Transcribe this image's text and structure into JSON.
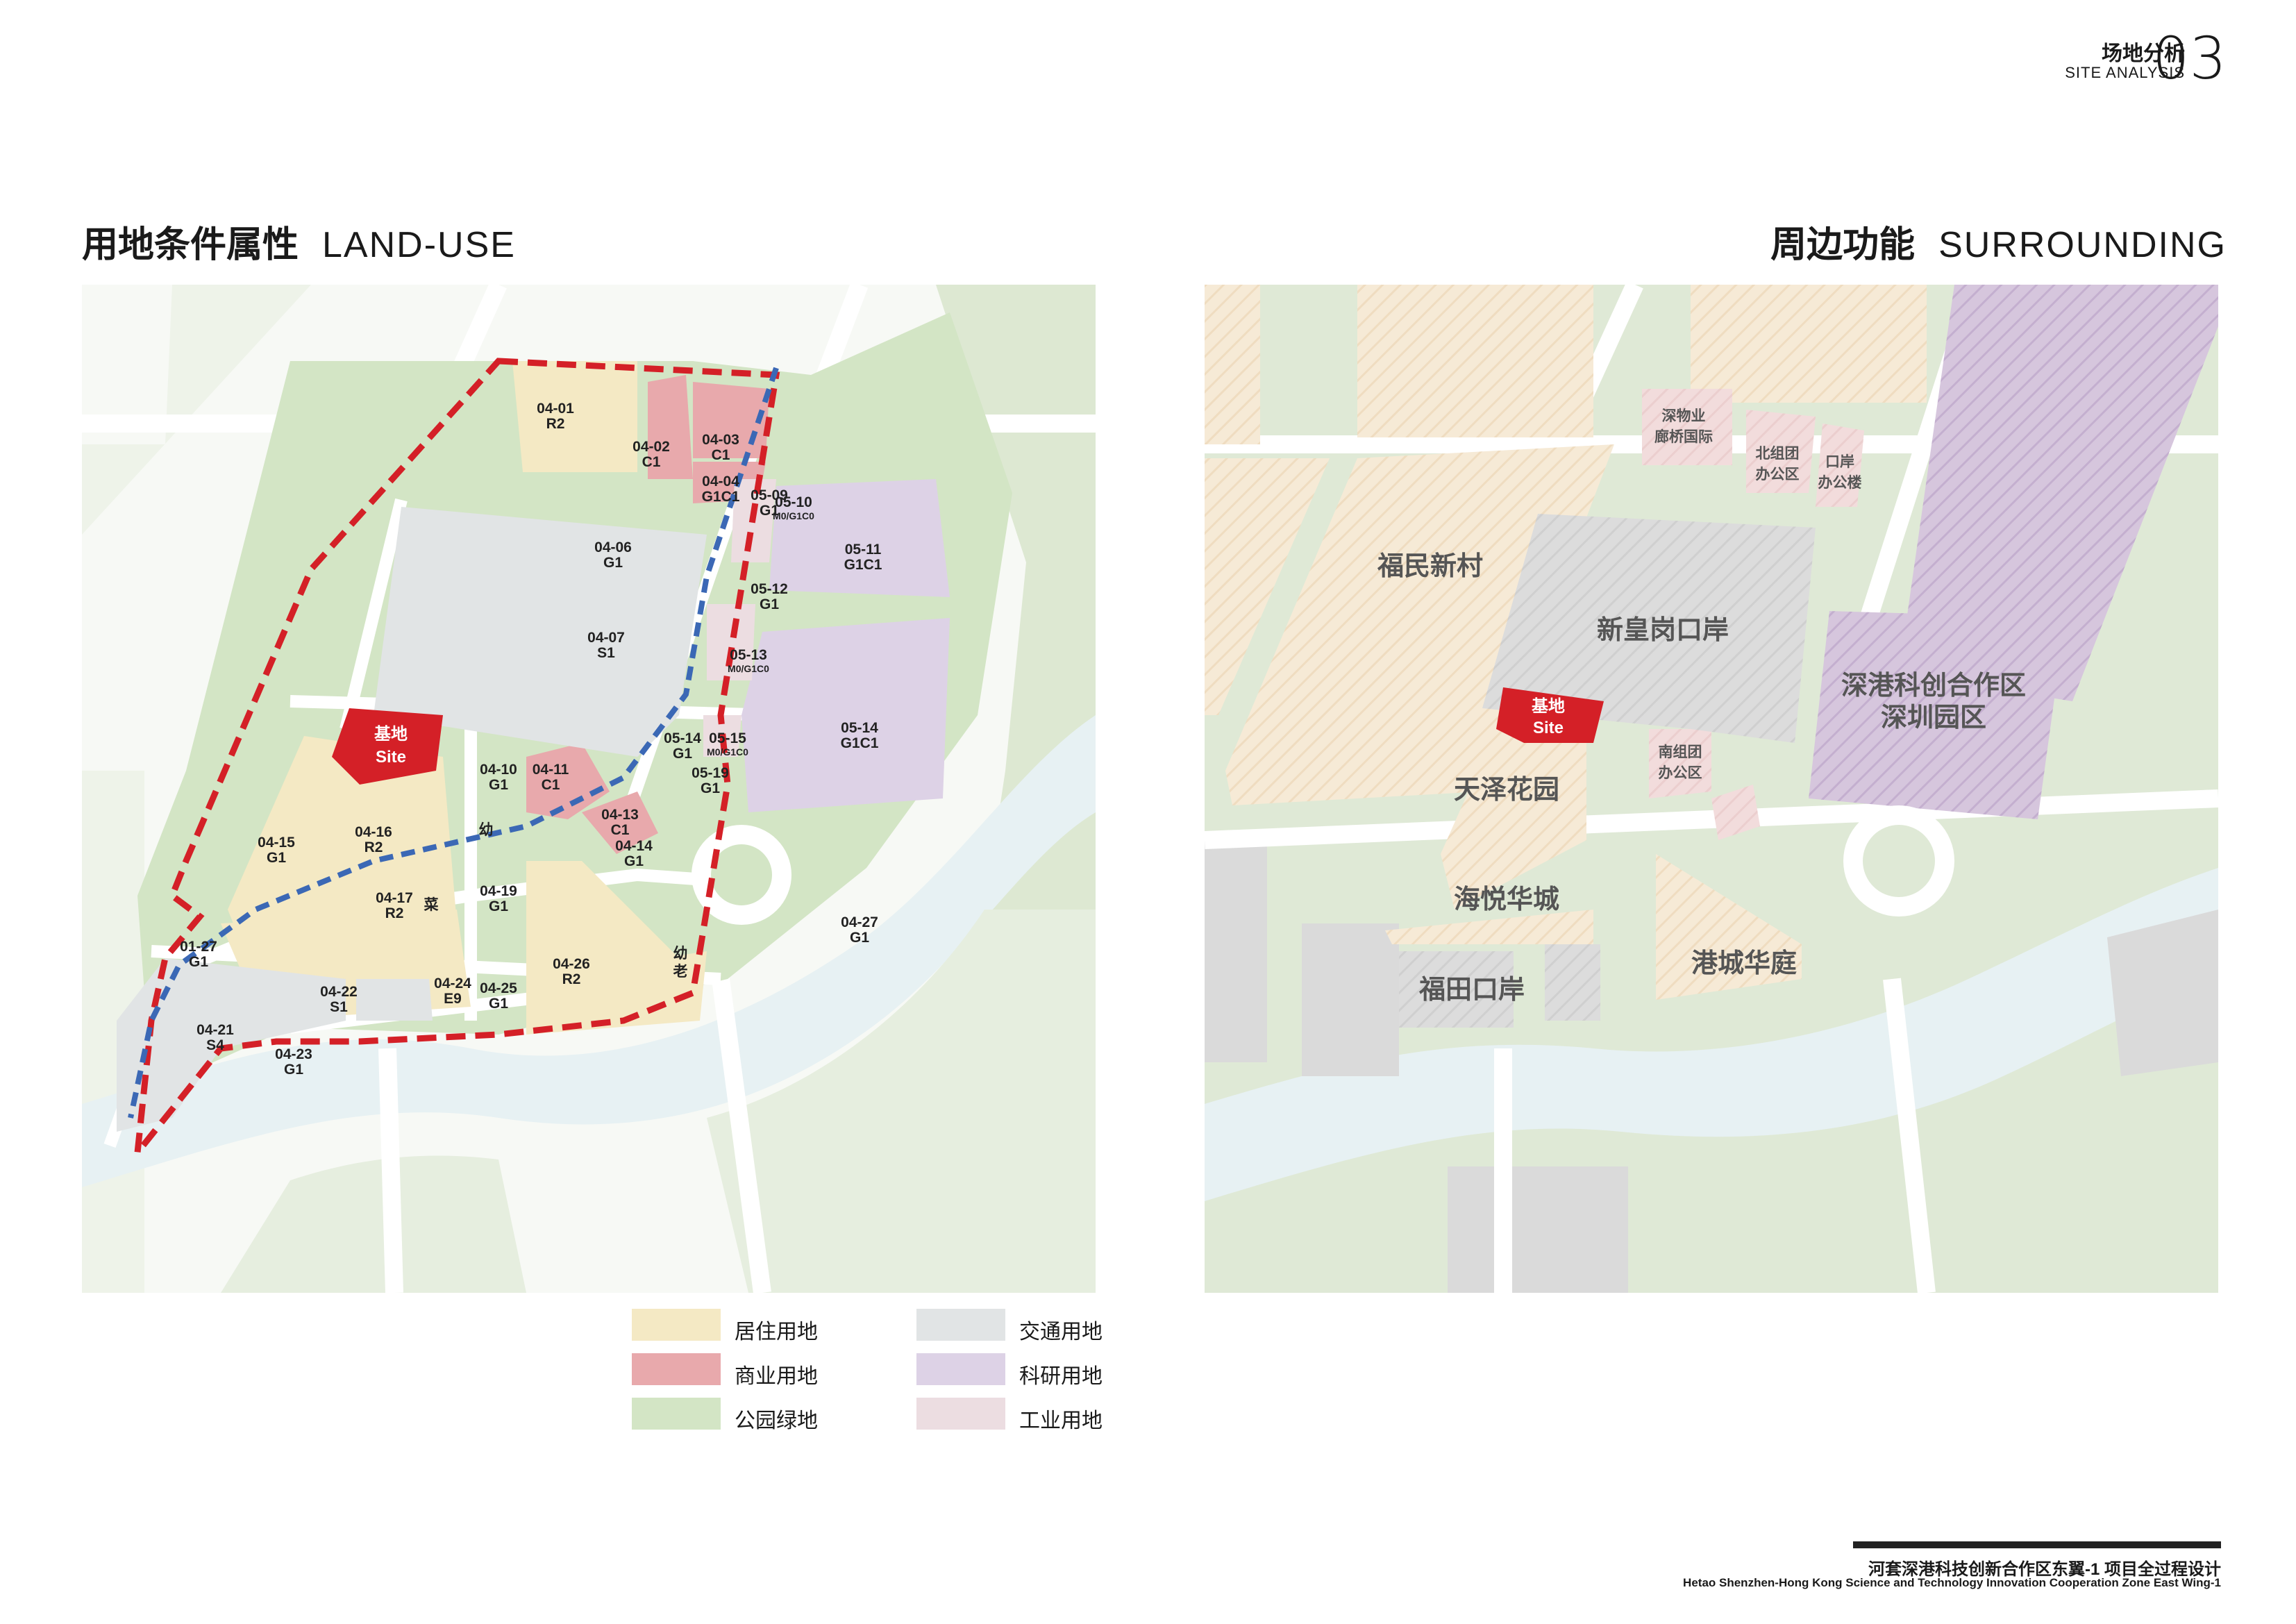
{
  "header": {
    "title_cn": "场地分析",
    "title_en": "SITE ANALYSIS",
    "page_number": "03"
  },
  "sections": {
    "land_use": {
      "title_cn": "用地条件属性",
      "title_en": "LAND-USE"
    },
    "surrounding": {
      "title_cn": "周边功能",
      "title_en": "SURROUNDING"
    }
  },
  "land_use_map": {
    "site_label_cn": "基地",
    "site_label_en": "Site",
    "parcels": [
      {
        "code": "04-01",
        "use": "R2"
      },
      {
        "code": "04-02",
        "use": "C1"
      },
      {
        "code": "04-03",
        "use": "C1"
      },
      {
        "code": "04-04",
        "use": "G1C1"
      },
      {
        "code": "05-09",
        "use": "G1"
      },
      {
        "code": "05-10",
        "use": "M0/G1C0"
      },
      {
        "code": "05-11",
        "use": "G1C1"
      },
      {
        "code": "04-06",
        "use": "G1"
      },
      {
        "code": "05-12",
        "use": "G1"
      },
      {
        "code": "04-07",
        "use": "S1"
      },
      {
        "code": "05-13",
        "use": "M0/G1C0"
      },
      {
        "code": "05-14",
        "use": "G1C1"
      },
      {
        "code": "05-14",
        "use": "G1"
      },
      {
        "code": "05-15",
        "use": "M0/G1C0"
      },
      {
        "code": "05-19",
        "use": "G1"
      },
      {
        "code": "04-10",
        "use": "G1"
      },
      {
        "code": "04-11",
        "use": "C1"
      },
      {
        "code": "04-13",
        "use": "C1"
      },
      {
        "code": "04-14",
        "use": "G1"
      },
      {
        "code": "04-15",
        "use": "G1"
      },
      {
        "code": "04-16",
        "use": "R2"
      },
      {
        "code": "04-17",
        "use": "R2"
      },
      {
        "code": "04-19",
        "use": "G1"
      },
      {
        "code": "04-26",
        "use": "R2"
      },
      {
        "code": "04-27",
        "use": "G1"
      },
      {
        "code": "01-27",
        "use": "G1"
      },
      {
        "code": "04-22",
        "use": "S1"
      },
      {
        "code": "04-24",
        "use": "E9"
      },
      {
        "code": "04-25",
        "use": "G1"
      },
      {
        "code": "04-21",
        "use": "S4"
      },
      {
        "code": "04-23",
        "use": "G1"
      }
    ],
    "facility_marks": [
      "幼",
      "菜",
      "幼",
      "老"
    ]
  },
  "legend": [
    {
      "label": "居住用地",
      "color": "#f4e9c4"
    },
    {
      "label": "交通用地",
      "color": "#e1e4e5"
    },
    {
      "label": "商业用地",
      "color": "#e8a9ac"
    },
    {
      "label": "科研用地",
      "color": "#ddd2e6"
    },
    {
      "label": "公园绿地",
      "color": "#d3e5c5"
    },
    {
      "label": "工业用地",
      "color": "#ecdde1"
    }
  ],
  "surrounding_map": {
    "site_label_cn": "基地",
    "site_label_en": "Site",
    "areas": [
      {
        "name": "福民新村"
      },
      {
        "name": "新皇岗口岸"
      },
      {
        "name": "深港科创合作区"
      },
      {
        "name": "深圳园区"
      },
      {
        "name": "天泽花园"
      },
      {
        "name": "海悦华城"
      },
      {
        "name": "福田口岸"
      },
      {
        "name": "港城华庭"
      }
    ],
    "small_labels": [
      {
        "lines": [
          "深物业",
          "廊桥国际"
        ]
      },
      {
        "lines": [
          "北组团",
          "办公区"
        ]
      },
      {
        "lines": [
          "口岸",
          "办公楼"
        ]
      },
      {
        "lines": [
          "南组团",
          "办公区"
        ]
      }
    ]
  },
  "colors": {
    "site_red": "#d42027",
    "boundary_red": "#d42027",
    "route_blue": "#3b68b5",
    "river": "#e7f1f3",
    "green": "#d3e5c5"
  },
  "footer": {
    "title_cn": "河套深港科技创新合作区东翼-1 项目全过程设计",
    "title_en": "Hetao Shenzhen-Hong Kong Science and Technology Innovation Cooperation Zone East Wing-1"
  }
}
